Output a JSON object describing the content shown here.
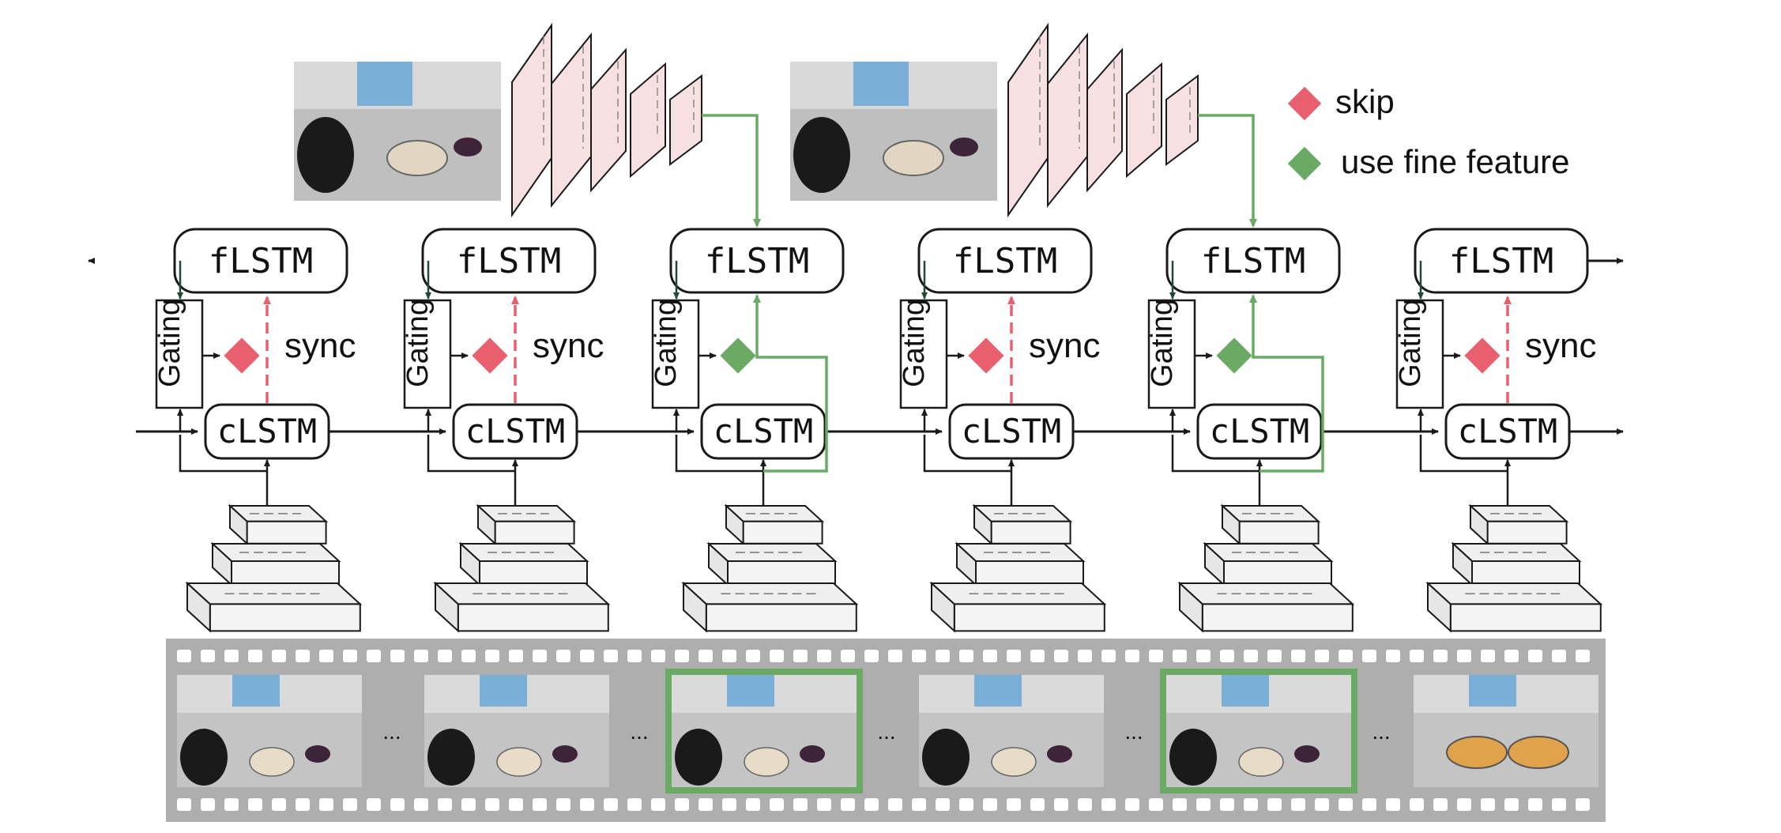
{
  "legend": {
    "skip_label": "skip",
    "fine_label": "use fine feature",
    "skip_color": "#e8606e",
    "fine_color": "#6aaa64"
  },
  "labels": {
    "fine_lstm": "fLSTM",
    "coarse_lstm": "cLSTM",
    "gating": "Gating",
    "sync": "sync"
  },
  "steps": [
    {
      "decision": "skip"
    },
    {
      "decision": "skip"
    },
    {
      "decision": "fine"
    },
    {
      "decision": "skip"
    },
    {
      "decision": "fine"
    },
    {
      "decision": "skip"
    }
  ],
  "filmstrip": {
    "frame_descriptions": [
      "kitchen-mixer-frame",
      "kitchen-bowl-frame",
      "mixer-selected-frame",
      "mixer-frame",
      "batter-selected-frame",
      "cakes-frame"
    ],
    "selected_frames": [
      2,
      4
    ],
    "ellipsis": "..."
  },
  "colors": {
    "line": "#1a1a1a",
    "gating_arrow": "#1f4a36",
    "fine_path": "#6aaa64",
    "sync_arrow": "#e8606e",
    "cnn_fill": "#f6e0e2",
    "film_bg": "#aeaeae"
  }
}
